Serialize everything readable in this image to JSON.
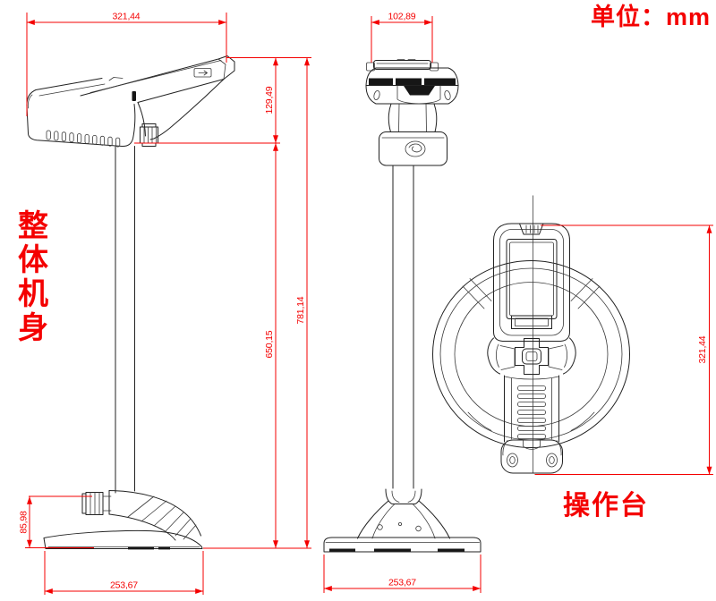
{
  "labels": {
    "unit": "单位：mm",
    "body": "整体机身",
    "console": "操作台"
  },
  "colors": {
    "dimension_red": "#f40000",
    "drawing_line": "#222222"
  },
  "dimensions": {
    "side_view": {
      "head_width": "321,44",
      "head_height": "129,49",
      "column_height": "650,15",
      "overall_height": "781,14",
      "base_height": "85,98",
      "base_width": "253,67"
    },
    "front_view": {
      "head_width": "102,89",
      "base_width": "253,67"
    },
    "top_view": {
      "console_length": "321,44"
    }
  }
}
